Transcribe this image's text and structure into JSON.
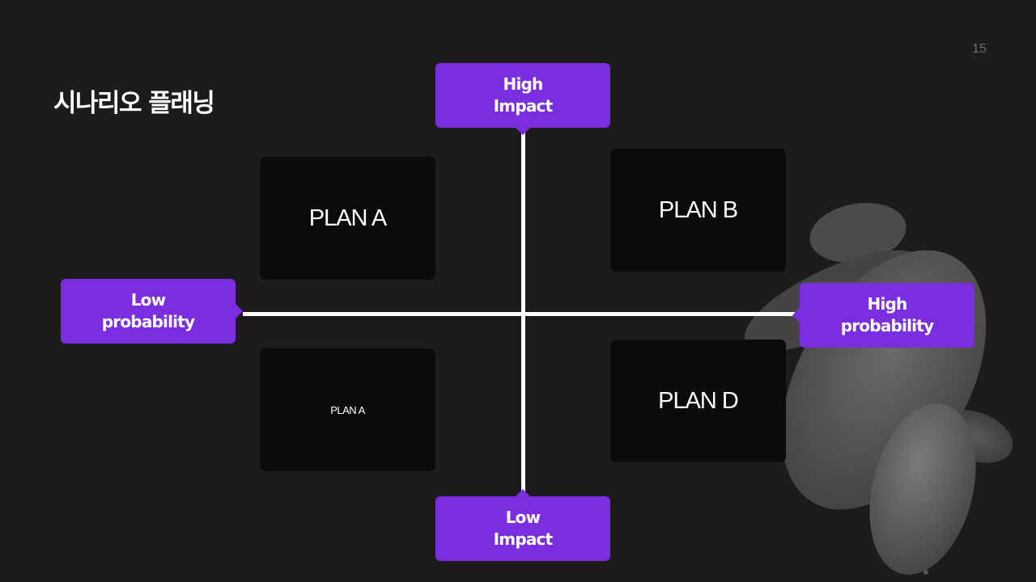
{
  "slide": {
    "title": "시나리오 플래닝",
    "page_number": "15"
  },
  "axes": {
    "top": [
      "High",
      "Impact"
    ],
    "bottom": [
      "Low",
      "Impact"
    ],
    "left": [
      "Low",
      "probability"
    ],
    "right": [
      "High",
      "probability"
    ]
  },
  "quadrants": {
    "top_left": "PLAN A",
    "top_right": "PLAN B",
    "bottom_left": "PLAN A",
    "bottom_right": "PLAN D"
  },
  "colors": {
    "background": "#1c1c1d",
    "accent": "#7a2ee0",
    "box": "#0b0b0b",
    "axis": "#ffffff"
  }
}
